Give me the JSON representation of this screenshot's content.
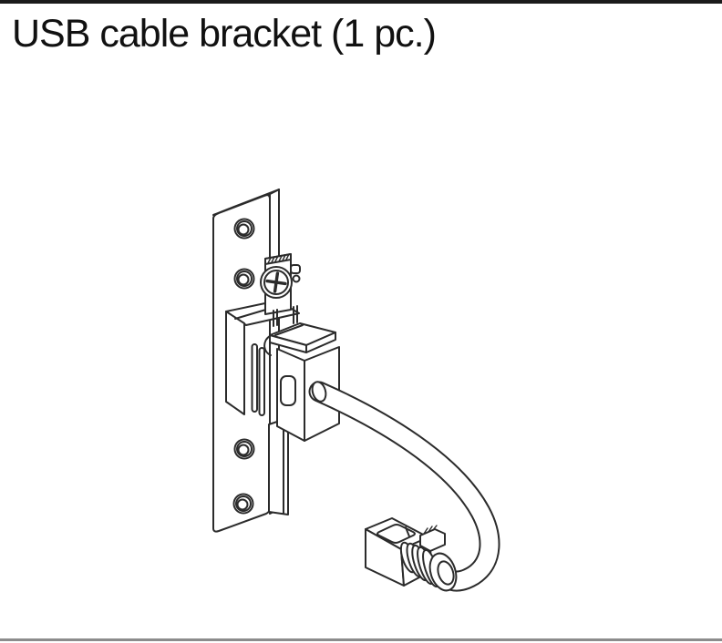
{
  "page": {
    "background": "#ffffff",
    "top_rule_color": "#1b1b1b",
    "bottom_rule_color": "#8c8c8c"
  },
  "header": {
    "title": "USB cable bracket (1 pc.)",
    "item_name": "USB cable bracket",
    "quantity": "1 pc."
  },
  "figure": {
    "label": "USB cable bracket line drawing",
    "line_color": "#2b2b2b",
    "hole_count": 4,
    "parts": [
      {
        "name": "mounting-plate",
        "description": "tall bracket plate with rounded corners, isometric view"
      },
      {
        "name": "screw-holes",
        "description": "four round countersunk screw holes"
      },
      {
        "name": "phillips-screw",
        "description": "phillips head screw on clamp ear"
      },
      {
        "name": "cable-clamp",
        "description": "folded sheet-metal clamp and arm holding the connector block"
      },
      {
        "name": "usb-connector-block",
        "description": "rectangular USB connector housing"
      },
      {
        "name": "usb-cable",
        "description": "cable looping right and down from the housing"
      },
      {
        "name": "usb-plug",
        "description": "right-angle USB plug with ribbed strain relief and clip"
      }
    ]
  }
}
